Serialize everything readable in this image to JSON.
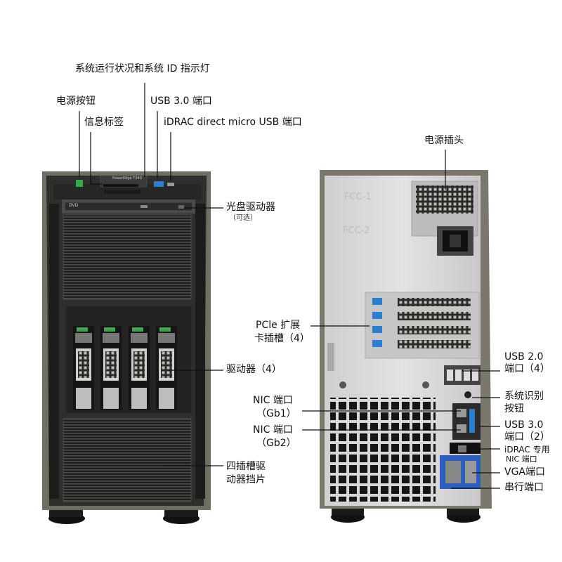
{
  "labels": {
    "system_status": "系统运行状况和系统 ID 指示灯",
    "power_button": "电源按钮",
    "usb30_port": "USB 3.0 端口",
    "info_tag": "信息标签",
    "idrac_micro_usb": "iDRAC direct micro USB 端口",
    "optical_drive": "光盘驱动器",
    "optical_optional": "（可选）",
    "drives": "驱动器（4）",
    "four_slot_blank_l1": "四插槽驱",
    "four_slot_blank_l2": "动器挡片",
    "power_socket": "电源插头",
    "pcie_l1": "PCle 扩展",
    "pcie_l2": "卡插槽（4）",
    "usb20_l1": "USB 2.0",
    "usb20_l2": "端口（4）",
    "sys_id_l1": "系统识别",
    "sys_id_l2": "按钮",
    "nic1_l1": "NIC 端口",
    "nic1_l2": "（Gb1）",
    "nic2_l1": "NIC 端口",
    "nic2_l2": "（Gb2）",
    "usb30r_l1": "USB 3.0",
    "usb30r_l2": "端口（2）",
    "idrac_nic_l1": "iDRAC 专用",
    "idrac_nic_l2": "NIC 端口",
    "vga": "VGA端口",
    "serial": "串行端口"
  },
  "device": {
    "front_model": "PowerEdge T340",
    "dvd_mark": "DVD",
    "rear_mark_1": "FCC-1",
    "rear_mark_2": "FCC-2"
  },
  "colors": {
    "chassis": "#2e2f2c",
    "chassis_edge": "#6f6e63",
    "rear_panel": "#d8d8d8",
    "accent_blue": "#2a7fd0",
    "led_green": "#3ca64a",
    "vga_blue": "#2a5fc0"
  }
}
